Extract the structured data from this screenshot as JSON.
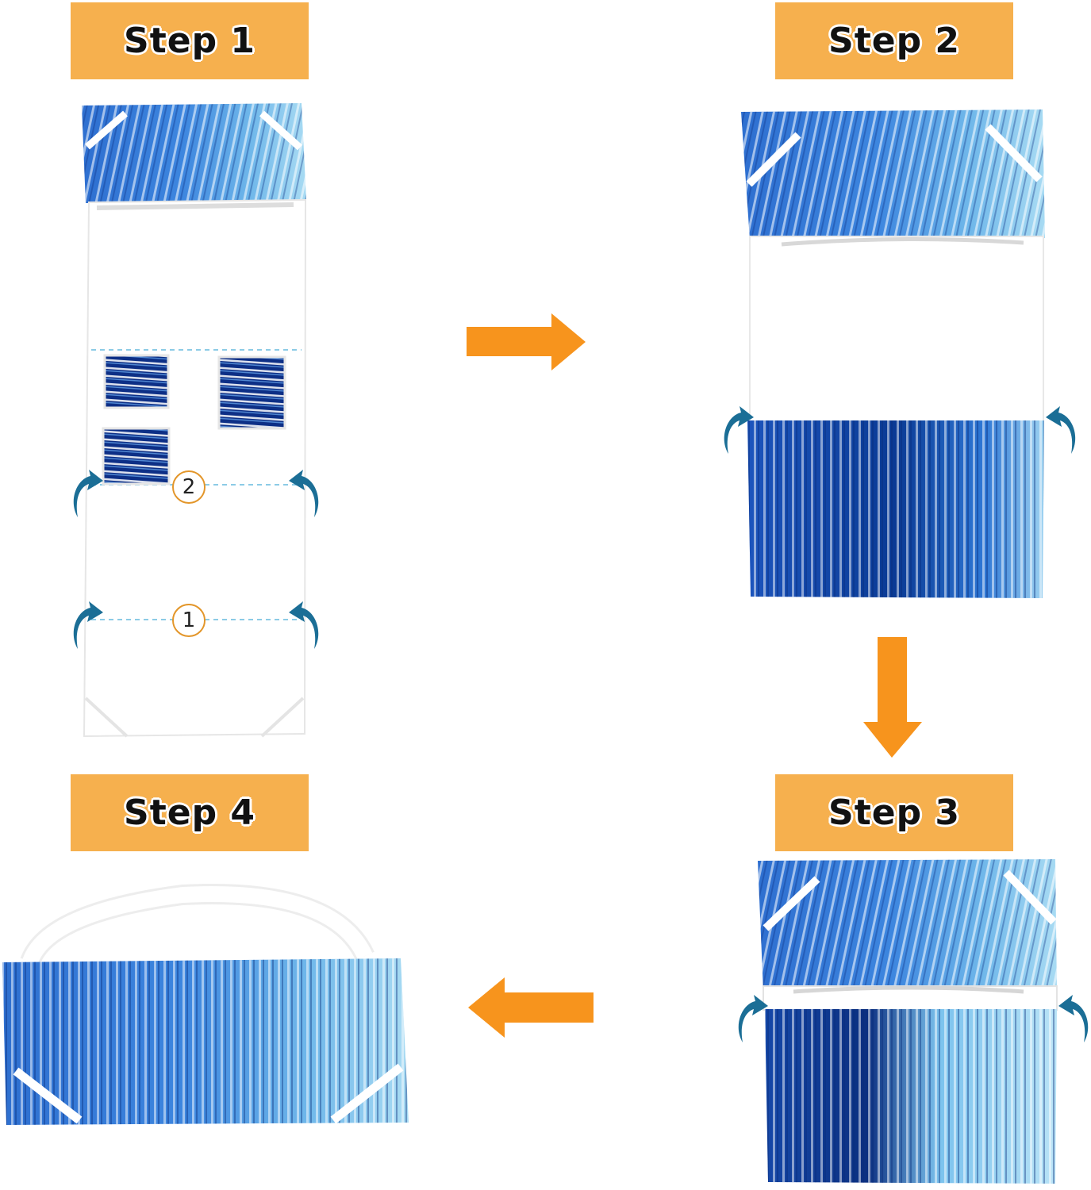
{
  "steps": [
    {
      "label": "Step 1"
    },
    {
      "label": "Step 2"
    },
    {
      "label": "Step 3"
    },
    {
      "label": "Step 4"
    }
  ],
  "fold_markers": [
    {
      "label": "1"
    },
    {
      "label": "2"
    }
  ],
  "colors": {
    "banner": "#f6b04e",
    "arrow": "#f7941d",
    "fold_arrow": "#1b6e96",
    "tie_dye_dark": "#0b3b8f",
    "tie_dye_mid": "#2f6fcf",
    "tie_dye_light": "#9fd3f2",
    "towel_white": "#ffffff",
    "fold_line": "#8ccbe6"
  }
}
